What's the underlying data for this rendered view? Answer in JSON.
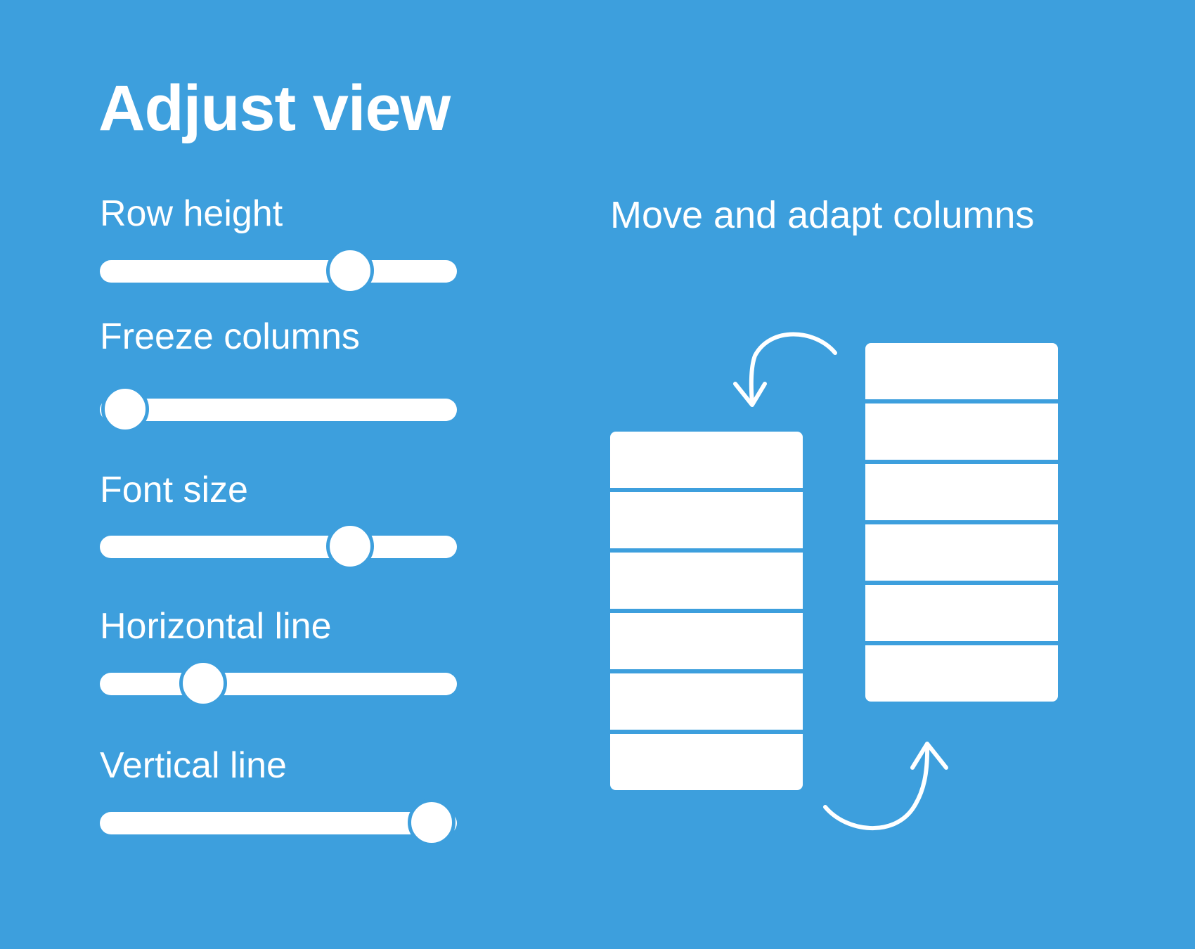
{
  "colors": {
    "background": "#3d9fdd",
    "foreground": "#ffffff"
  },
  "title": "Adjust view",
  "sliders": [
    {
      "label": "Row height",
      "value": 0.7
    },
    {
      "label": "Freeze columns",
      "value": 0.07
    },
    {
      "label": "Font size",
      "value": 0.7
    },
    {
      "label": "Horizontal line",
      "value": 0.29
    },
    {
      "label": "Vertical line",
      "value": 0.93
    }
  ],
  "columns": {
    "heading": "Move and adapt columns",
    "left_rows": 6,
    "right_rows": 6,
    "icons": [
      "curved-arrow-icon",
      "curved-arrow-icon"
    ]
  }
}
